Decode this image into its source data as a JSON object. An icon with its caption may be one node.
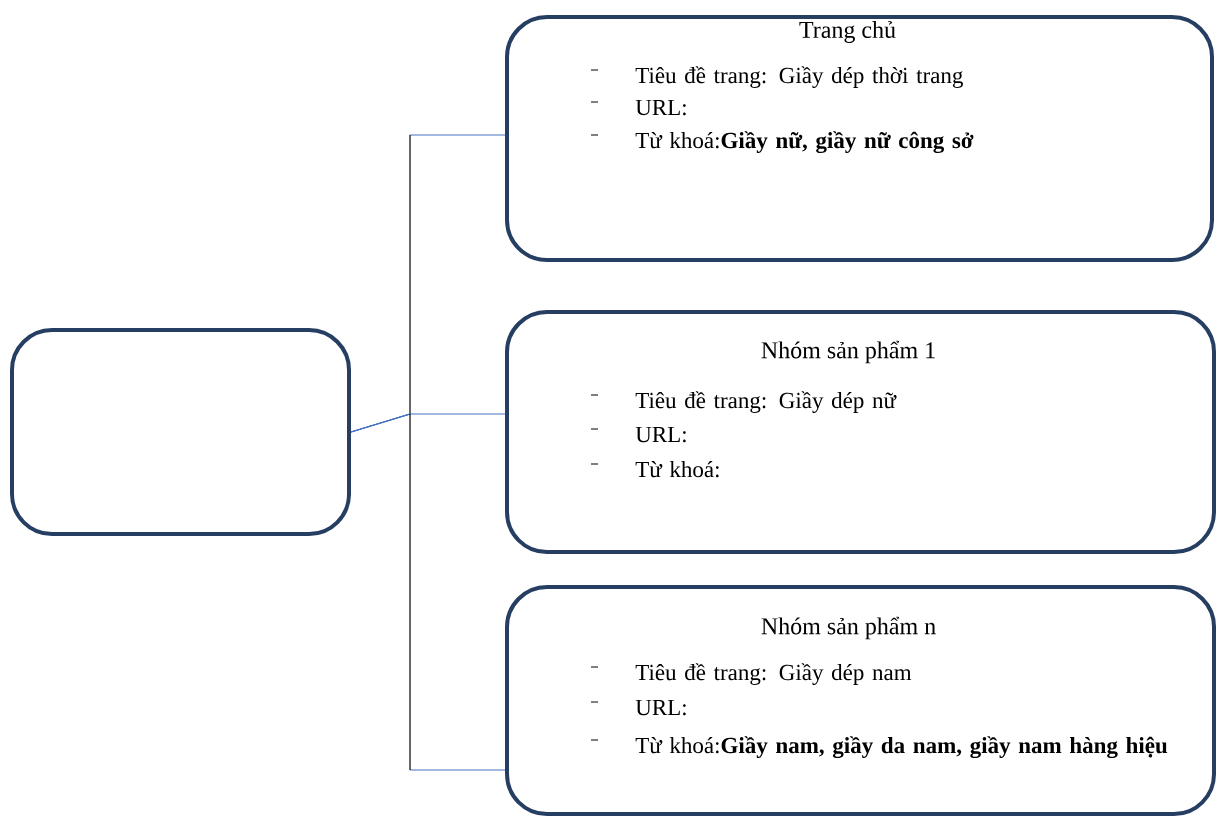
{
  "diagram": {
    "nodes": [
      {
        "text": [],
        "shape": "box"
      },
      {
        "text": [
          "Trang chủ",
          "Tiêu đề trang: Giầy dép thời trang",
          "URL:",
          "Từ khoá:**Giầy nữ, giầy nữ công sở**"
        ]
      },
      {
        "text": [
          "Nhóm sản phẩm 1",
          "Tiêu đề trang: Giầy dép nữ",
          "URL:",
          "Từ khoá:"
        ]
      },
      {
        "text": [
          "Nhóm sản phẩm n",
          "Tiêu đề trang: Giầy dép nam",
          "URL:",
          "Từ khoá:**Giầy nam, giầy da nam, giầy nam hàng hiệu**"
        ]
      }
    ],
    "edges": [
      {
        "from": 0,
        "to": 1,
        "arrow": "none"
      },
      {
        "from": 0,
        "to": 2,
        "arrow": "none"
      },
      {
        "from": 0,
        "to": 3,
        "arrow": "none"
      }
    ]
  }
}
